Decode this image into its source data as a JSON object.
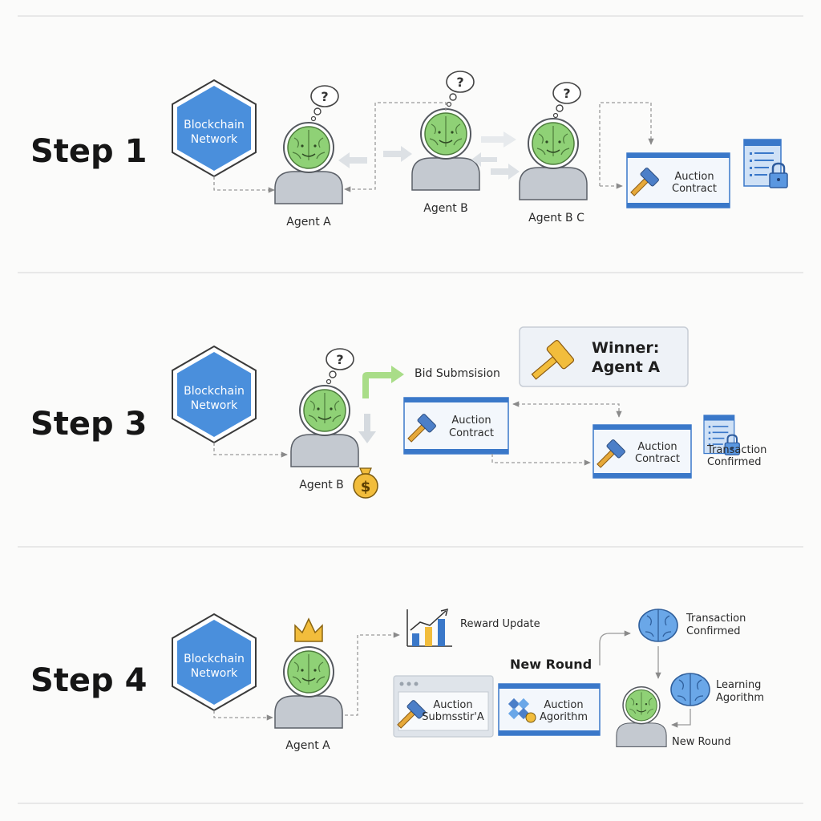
{
  "steps": {
    "step1": {
      "title": "Step 1",
      "network": [
        "Blockchain",
        "Network"
      ],
      "agents": [
        "Agent A",
        "Agent B",
        "Agent B C"
      ],
      "contract": [
        "Auction",
        "Contract"
      ]
    },
    "step3": {
      "title": "Step 3",
      "network": [
        "Blockchain",
        "Network"
      ],
      "agent": "Agent B",
      "bid": "Bid Submsision",
      "winner": [
        "Winner:",
        "Agent A"
      ],
      "contract_left": [
        "Auction",
        "Contract"
      ],
      "contract_right": [
        "Auction",
        "Contract"
      ],
      "transaction": [
        "Transaction",
        "Confirmed"
      ]
    },
    "step4": {
      "title": "Step 4",
      "network": [
        "Blockchain",
        "Network"
      ],
      "agent": "Agent A",
      "reward": "Reward Update",
      "new_round_title": "New Round",
      "submit_box": [
        "Auction",
        "Submsstir'A"
      ],
      "algorithm_box": [
        "Auction",
        "Agorithm"
      ],
      "transaction": [
        "Transaction",
        "Confirmed"
      ],
      "learning": [
        "Learning",
        "Agorithm"
      ],
      "new_round_end": "New Round"
    }
  },
  "colors": {
    "hex_blue": "#4a8fdc",
    "brain_green": "#8fd176",
    "body_gray": "#c4c9d0",
    "box_border": "#3a78c9",
    "gold": "#f2bd3c",
    "bid_green": "#a9dd88"
  }
}
